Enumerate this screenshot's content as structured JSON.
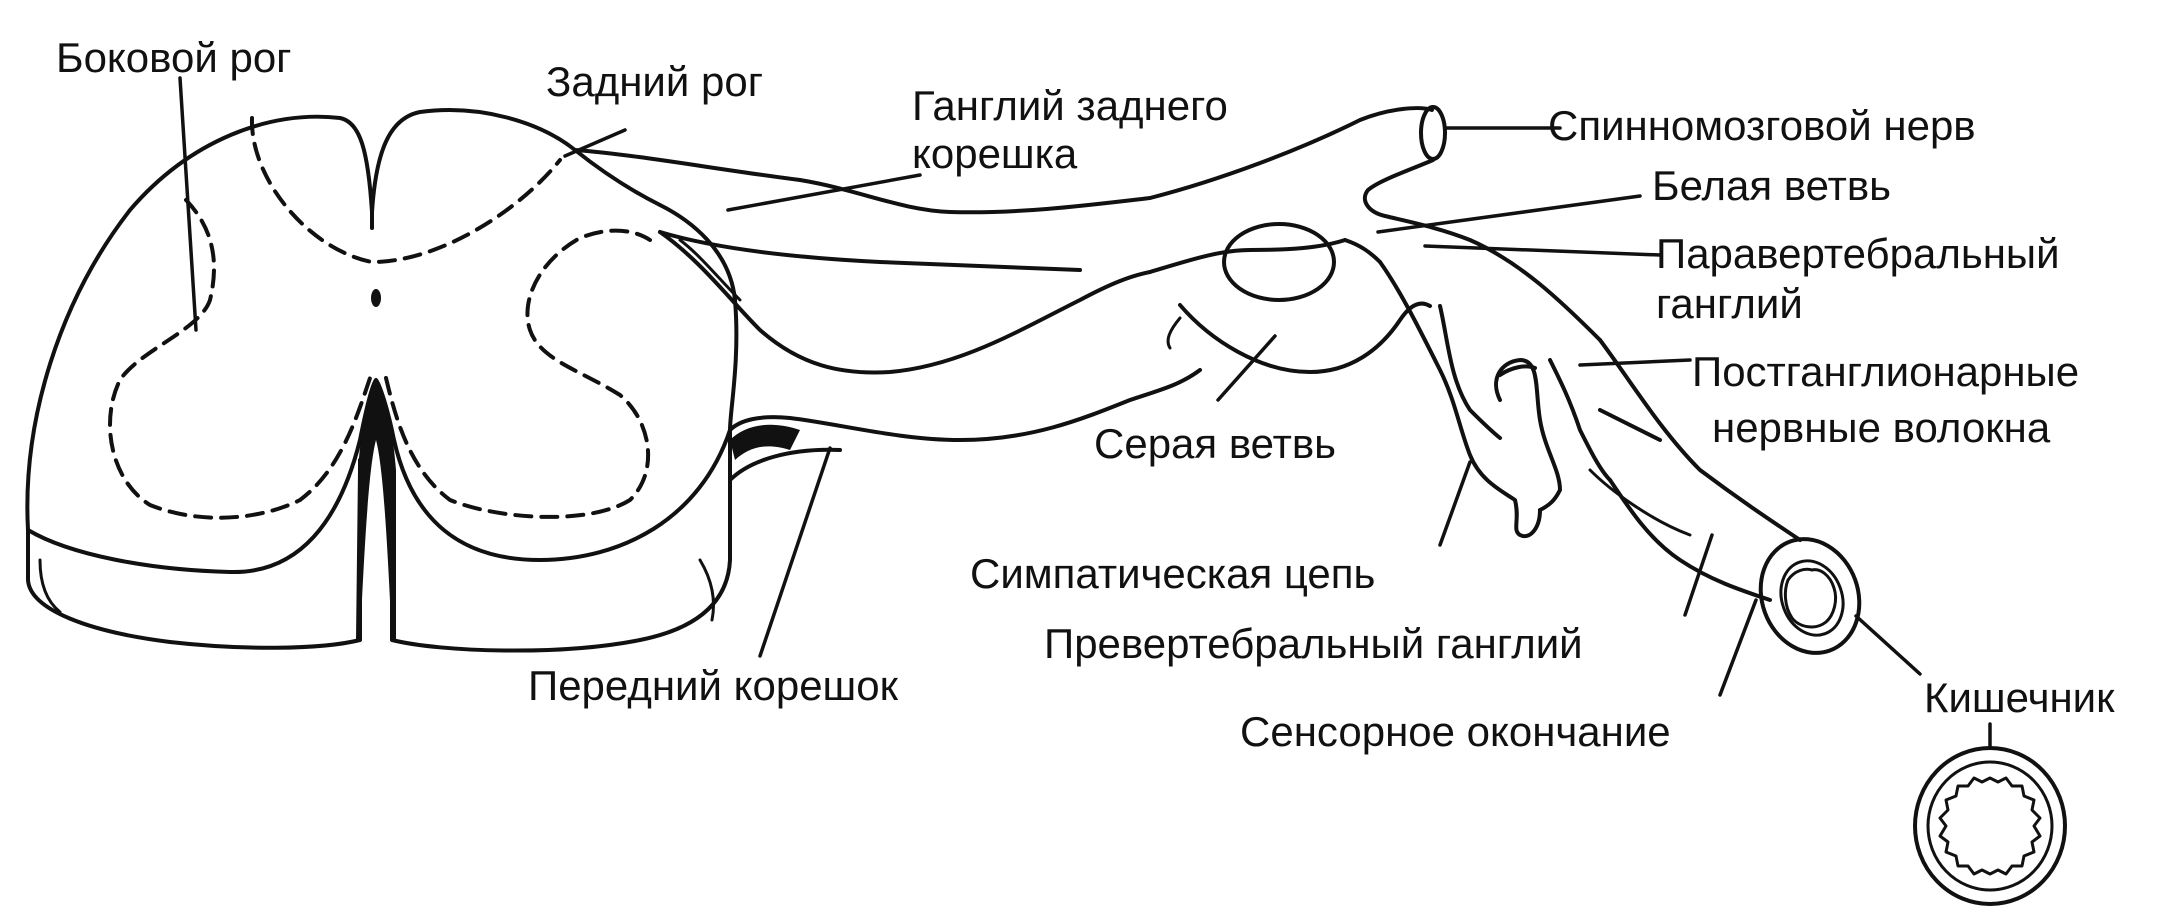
{
  "labels": {
    "lateral_horn": "Боковой рог",
    "dorsal_horn": "Задний рог",
    "dorsal_root_ganglion_line1": "Ганглий заднего",
    "dorsal_root_ganglion_line2": "корешка",
    "spinal_nerve": "Спинномозговой нерв",
    "white_ramus": "Белая ветвь",
    "paravertebral_ganglion_line1": "Паравертебральный",
    "paravertebral_ganglion_line2": "ганглий",
    "postganglionic_fibers_line1": "Постганглионарные",
    "postganglionic_fibers_line2": "нервные волокна",
    "gray_ramus": "Серая ветвь",
    "sympathetic_chain": "Симпатическая цепь",
    "prevertebral_ganglion": "Превертебральный ганглий",
    "ventral_root": "Передний корешок",
    "sensory_ending": "Сенсорное окончание",
    "intestine": "Кишечник"
  }
}
